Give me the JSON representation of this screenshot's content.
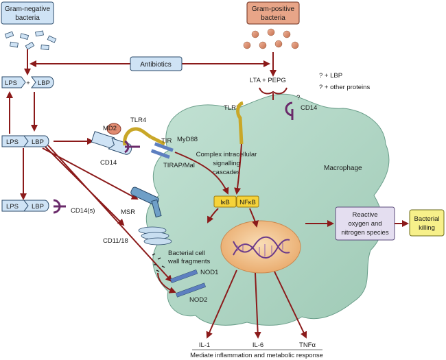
{
  "title": "Macrophage recognition of bacterial components",
  "sources": {
    "gram_negative": [
      "Gram-negative",
      "bacteria"
    ],
    "gram_positive": [
      "Gram-positive",
      "bacteria"
    ]
  },
  "antibiotics": "Antibiotics",
  "ligands": {
    "lta_pepg": "LTA + PEPG",
    "lbp_note": "? + LBP",
    "other_note": "? + other proteins",
    "question": "?"
  },
  "complexes": {
    "lps": "LPS",
    "lbp": "LBP",
    "plus": "+"
  },
  "receptors": {
    "md2": "MD2",
    "tlr4": "TLR4",
    "tir": "TIR",
    "myd88": "MyD88",
    "cd14": "CD14",
    "tirap": "TIRAP/Mal",
    "tlr2": "TLR2",
    "cd14_right": "CD14",
    "cd14s": "CD14(s)",
    "msr": "MSR",
    "cd1118": "CD11/18",
    "nod1": "NOD1",
    "nod2": "NOD2"
  },
  "cell": {
    "label": "Macrophage",
    "cascade": [
      "Complex intracellular",
      "signalling",
      "cascades"
    ],
    "ikb": "IκB",
    "nfkb": "NFκB",
    "fragments": [
      "Bacterial cell",
      "wall fragments"
    ]
  },
  "outputs": {
    "ros": [
      "Reactive",
      "oxygen and",
      "nitrogen species"
    ],
    "killing": [
      "Bacterial",
      "killing"
    ],
    "il1": "IL-1",
    "il6": "IL-6",
    "tnf": "TNFα",
    "footer": "Mediate inflammation and metabolic response"
  },
  "colors": {
    "arrow": "#8b1a1a",
    "box_blue": "#cfe3f5",
    "box_orange": "#e8a588",
    "cell": "#b5d8c8",
    "nucleus": "#f2c99a",
    "ros_box": "#e4def0",
    "killing_box": "#f7f08a",
    "nf_box": "#f6d33a"
  }
}
